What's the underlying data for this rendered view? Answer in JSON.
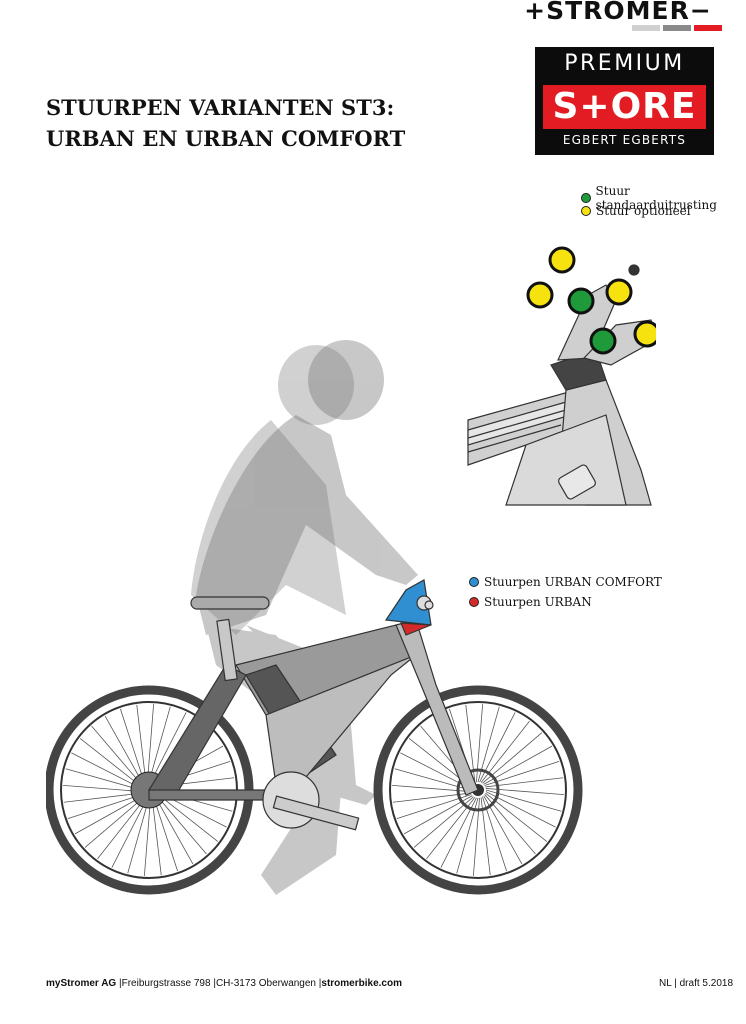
{
  "brand": {
    "logo_text": "+STROMER−",
    "bar_colors": [
      "#d0d0d0",
      "#8a8a8a",
      "#e21c22"
    ]
  },
  "badge": {
    "line1": "PREMIUM",
    "line2": "S+ORE",
    "line3": "EGBERT EGBERTS",
    "accent_color": "#e21c22"
  },
  "title": {
    "line1": "STUURPEN VARIANTEN ST3:",
    "line2": "URBAN EN URBAN COMFORT"
  },
  "legend_handlebar": [
    {
      "label": "Stuur standaarduitrusting",
      "color": "#1e9a3a"
    },
    {
      "label": "Stuur optioneel",
      "color": "#f5e20f"
    }
  ],
  "legend_stem": [
    {
      "label": "Stuurpen URBAN COMFORT",
      "color": "#2f8fd0"
    },
    {
      "label": "Stuurpen URBAN",
      "color": "#d42a2a"
    }
  ],
  "footer": {
    "company": "myStromer AG",
    "address": "Freiburgstrasse 798",
    "city": "CH-3173 Oberwangen",
    "website": "stromerbike.com",
    "separator": "|",
    "language": "NL",
    "version": "draft 5.2018"
  }
}
